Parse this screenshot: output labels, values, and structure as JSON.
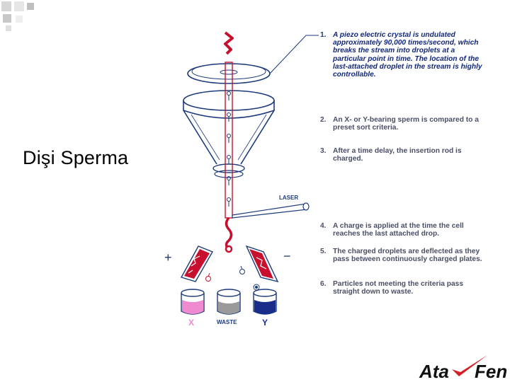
{
  "slide": {
    "title": "Dişi Sperma"
  },
  "diagram": {
    "laser_label": "LASER",
    "plus_sign": "+",
    "minus_sign": "−",
    "x_label": "X",
    "waste_label": "WASTE",
    "y_label": "Y"
  },
  "steps": [
    {
      "number": "1.",
      "text": "A piezo electric crystal is undulated approximately 90,000 times/second, which breaks the stream into droplets at a particular point in time. The location of the last-attached droplet in the stream is highly controllable."
    },
    {
      "number": "2.",
      "text": "An X- or Y-bearing sperm is compared to a preset sort criteria."
    },
    {
      "number": "3.",
      "text": "After a time delay, the insertion rod is charged."
    },
    {
      "number": "4.",
      "text": "A charge is applied at the time the cell reaches the last attached drop."
    },
    {
      "number": "5.",
      "text": "The charged droplets are deflected as they pass between continuously charged plates."
    },
    {
      "number": "6.",
      "text": "Particles not meeting the criteria pass straight down to waste."
    }
  ],
  "logo": {
    "part1": "Ata",
    "part2": "Fen"
  },
  "colors": {
    "diagram_blue": "#1c3a7a",
    "stream_red": "#c8102e",
    "x_tube_fill": "#f08ad0",
    "waste_tube_fill": "#9a9a9a",
    "y_tube_fill": "#1a2d8a",
    "logo_check_red": "#d41f26"
  }
}
